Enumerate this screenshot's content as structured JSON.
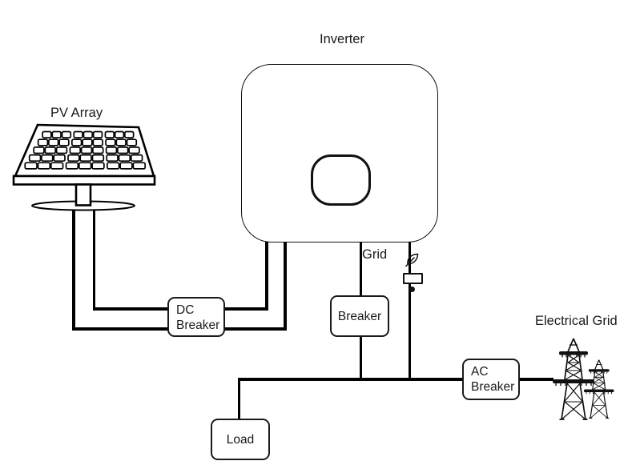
{
  "diagram": {
    "labels": {
      "inverter": "Inverter",
      "pv_array": "PV Array",
      "grid": "Grid",
      "electrical_grid": "Electrical Grid"
    },
    "nodes": {
      "dc_breaker": {
        "line1": "DC",
        "line2": "Breaker"
      },
      "grid_breaker": {
        "label": "Breaker"
      },
      "ac_breaker": {
        "line1": "AC",
        "line2": "Breaker"
      },
      "load": {
        "label": "Load"
      }
    },
    "icons": {
      "inverter_logo": "leaf-icon",
      "inverter_display": "display-screen",
      "inverter_indicator": "led-dot-icon",
      "pv_array": "solar-panel-icon",
      "electrical_grid": "transmission-towers-icon"
    },
    "colors": {
      "line": "#000000",
      "box_border": "#1a1a1a",
      "background": "#ffffff",
      "text": "#1a1a1a"
    }
  }
}
